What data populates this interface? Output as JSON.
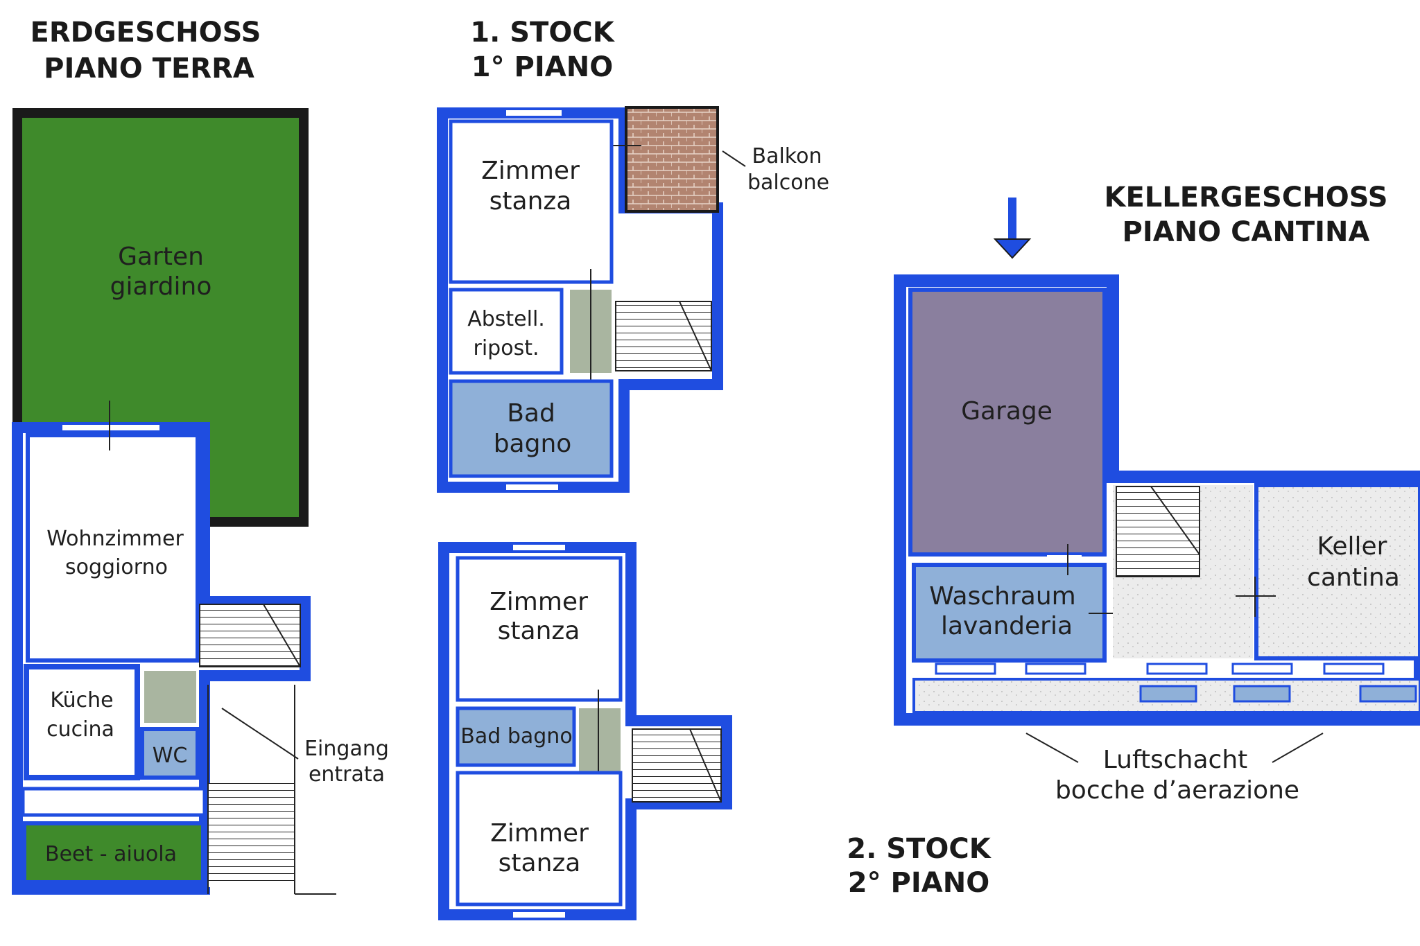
{
  "floors": {
    "ground": {
      "title_de": "ERDGESCHOSS",
      "title_it": "PIANO TERRA",
      "rooms": {
        "garden": {
          "de": "Garten",
          "it": "giardino"
        },
        "living": {
          "de": "Wohnzimmer",
          "it": "soggiorno"
        },
        "kitchen": {
          "de": "Küche",
          "it": "cucina"
        },
        "wc": {
          "label": "WC"
        },
        "bed": {
          "label": "Beet - aiuola"
        },
        "entrance": {
          "de": "Eingang",
          "it": "entrata"
        }
      }
    },
    "first": {
      "title_de": "1. STOCK",
      "title_it": "1° PIANO",
      "rooms": {
        "room": {
          "de": "Zimmer",
          "it": "stanza"
        },
        "balcony": {
          "de": "Balkon",
          "it": "balcone"
        },
        "storage": {
          "de": "Abstell.",
          "it": "ripost."
        },
        "bath": {
          "de": "Bad",
          "it": "bagno"
        }
      }
    },
    "second": {
      "title_de": "2. STOCK",
      "title_it": "2° PIANO",
      "rooms": {
        "room_top": {
          "de": "Zimmer",
          "it": "stanza"
        },
        "bath": {
          "label": "Bad bagno"
        },
        "room_bottom": {
          "de": "Zimmer",
          "it": "stanza"
        }
      }
    },
    "basement": {
      "title_de": "KELLERGESCHOSS",
      "title_it": "PIANO CANTINA",
      "rooms": {
        "garage": {
          "label": "Garage"
        },
        "laundry": {
          "de": "Waschraum",
          "it": "lavanderia"
        },
        "cellar": {
          "de": "Keller",
          "it": "cantina"
        },
        "shaft": {
          "de": "Luftschacht",
          "it": "bocche d’aerazione"
        }
      }
    }
  },
  "colors": {
    "wall_blue": "#1f4de0",
    "wall_black": "#1a1a1a",
    "garden_green": "#3f8a2b",
    "bath_blue": "#8fb0d8",
    "garage_purple": "#8a7f9e",
    "corridor_gray": "#a9b5a0",
    "balcony_brick": "#b28470",
    "speckle_gray": "#e4e4e4"
  }
}
